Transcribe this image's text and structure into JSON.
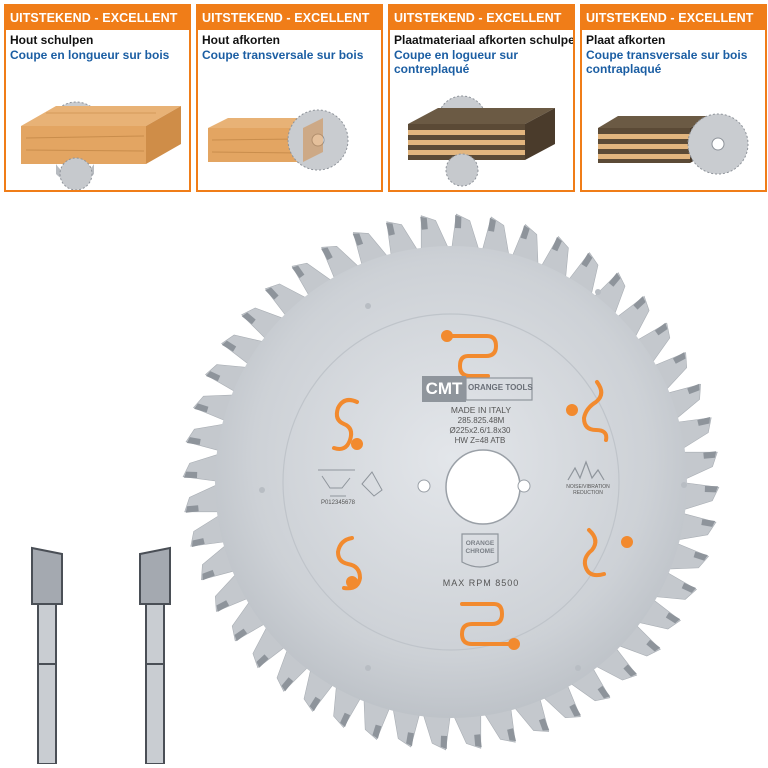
{
  "cards": [
    {
      "badge": "UITSTEKEND - EXCELLENT",
      "title": "Hout schulpen",
      "subtitle": "Coupe en longueur sur bois",
      "material": "wood",
      "cut": "rip"
    },
    {
      "badge": "UITSTEKEND - EXCELLENT",
      "title": "Hout afkorten",
      "subtitle": "Coupe transversale sur bois",
      "material": "wood",
      "cut": "cross"
    },
    {
      "badge": "UITSTEKEND - EXCELLENT",
      "title": "Plaatmateriaal afkorten schulpen",
      "subtitle": "Coupe en logueur sur contreplaqué",
      "material": "plywood",
      "cut": "rip"
    },
    {
      "badge": "UITSTEKEND - EXCELLENT",
      "title": "Plaat afkorten",
      "subtitle": "Coupe transversale sur bois contraplaqué",
      "material": "plywood",
      "cut": "cross"
    }
  ],
  "blade": {
    "brand": "CMT",
    "brand_sub": "ORANGE TOOLS",
    "origin": "MADE IN ITALY",
    "code": "285.825.48M",
    "dimensions": "Ø225x2.6/1.8x30",
    "teeth_spec": "HW Z=48 ATB",
    "coating_top": "ORANGE",
    "coating_bottom": "CHROME",
    "max_rpm": "MAX RPM 8500",
    "serial": "P012345678",
    "noise_label": "NOISE/VIBRATION REDUCTION",
    "tooth_count": 48
  },
  "colors": {
    "accent": "#f07d18",
    "title_blue": "#1b5ea3",
    "steel": "#cfd3d8",
    "steel_dark": "#9aa0a7",
    "laser_orange": "#f28a2e"
  }
}
